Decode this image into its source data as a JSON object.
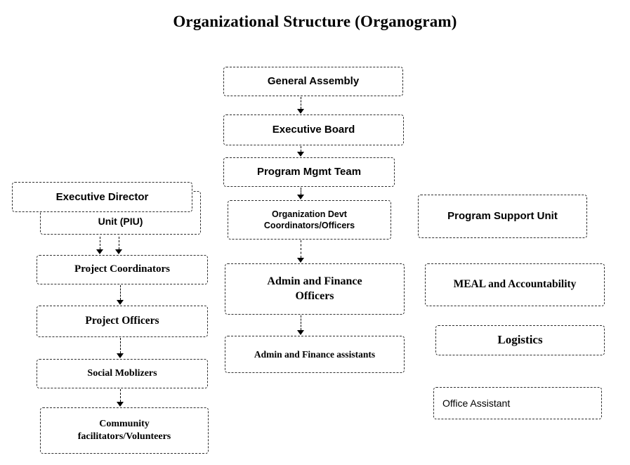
{
  "title": "Organizational Structure (Organogram)",
  "colors": {
    "border": "#2f2f2f",
    "text": "#000000",
    "background": "#ffffff"
  },
  "center_column": {
    "general_assembly": "General Assembly",
    "executive_board": "Executive Board",
    "program_mgmt_team": "Program Mgmt Team",
    "org_devt_line1": "Organization Devt",
    "org_devt_line2": "Coordinators/Officers",
    "admin_finance_officers_line1": "Admin and Finance",
    "admin_finance_officers_line2": "Officers",
    "admin_finance_assistants": "Admin and Finance assistants"
  },
  "left_column": {
    "executive_director": "Executive Director",
    "piu_visible_line": "Unit (PIU)",
    "project_coordinators": "Project Coordinators",
    "project_officers": "Project Officers",
    "social_moblizers": "Social Moblizers",
    "community_line1": "Community",
    "community_line2": "facilitators/Volunteers"
  },
  "right_column": {
    "program_support_unit": "Program Support Unit",
    "meal_accountability": "MEAL and Accountability",
    "logistics": "Logistics",
    "office_assistant": "Office Assistant"
  }
}
